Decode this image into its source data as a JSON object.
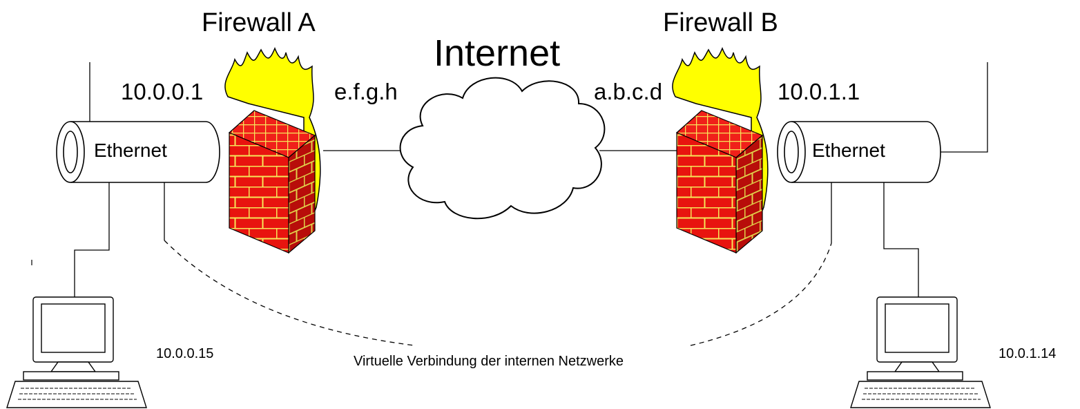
{
  "internet": {
    "label": "Internet"
  },
  "firewall_a": {
    "title": "Firewall A",
    "internal_ip": "10.0.0.1",
    "external_ip": "e.f.g.h",
    "ethernet_label": "Ethernet",
    "host_ip": "10.0.0.15"
  },
  "firewall_b": {
    "title": "Firewall B",
    "internal_ip": "10.0.1.1",
    "external_ip": "a.b.c.d",
    "ethernet_label": "Ethernet",
    "host_ip": "10.0.1.14"
  },
  "virtual_link": {
    "label": "Virtuelle Verbindung der internen Netzwerke"
  },
  "colors": {
    "brick": "#e8140f",
    "mortar": "#f6e65a",
    "flame": "#ffff00",
    "line": "#000000"
  }
}
